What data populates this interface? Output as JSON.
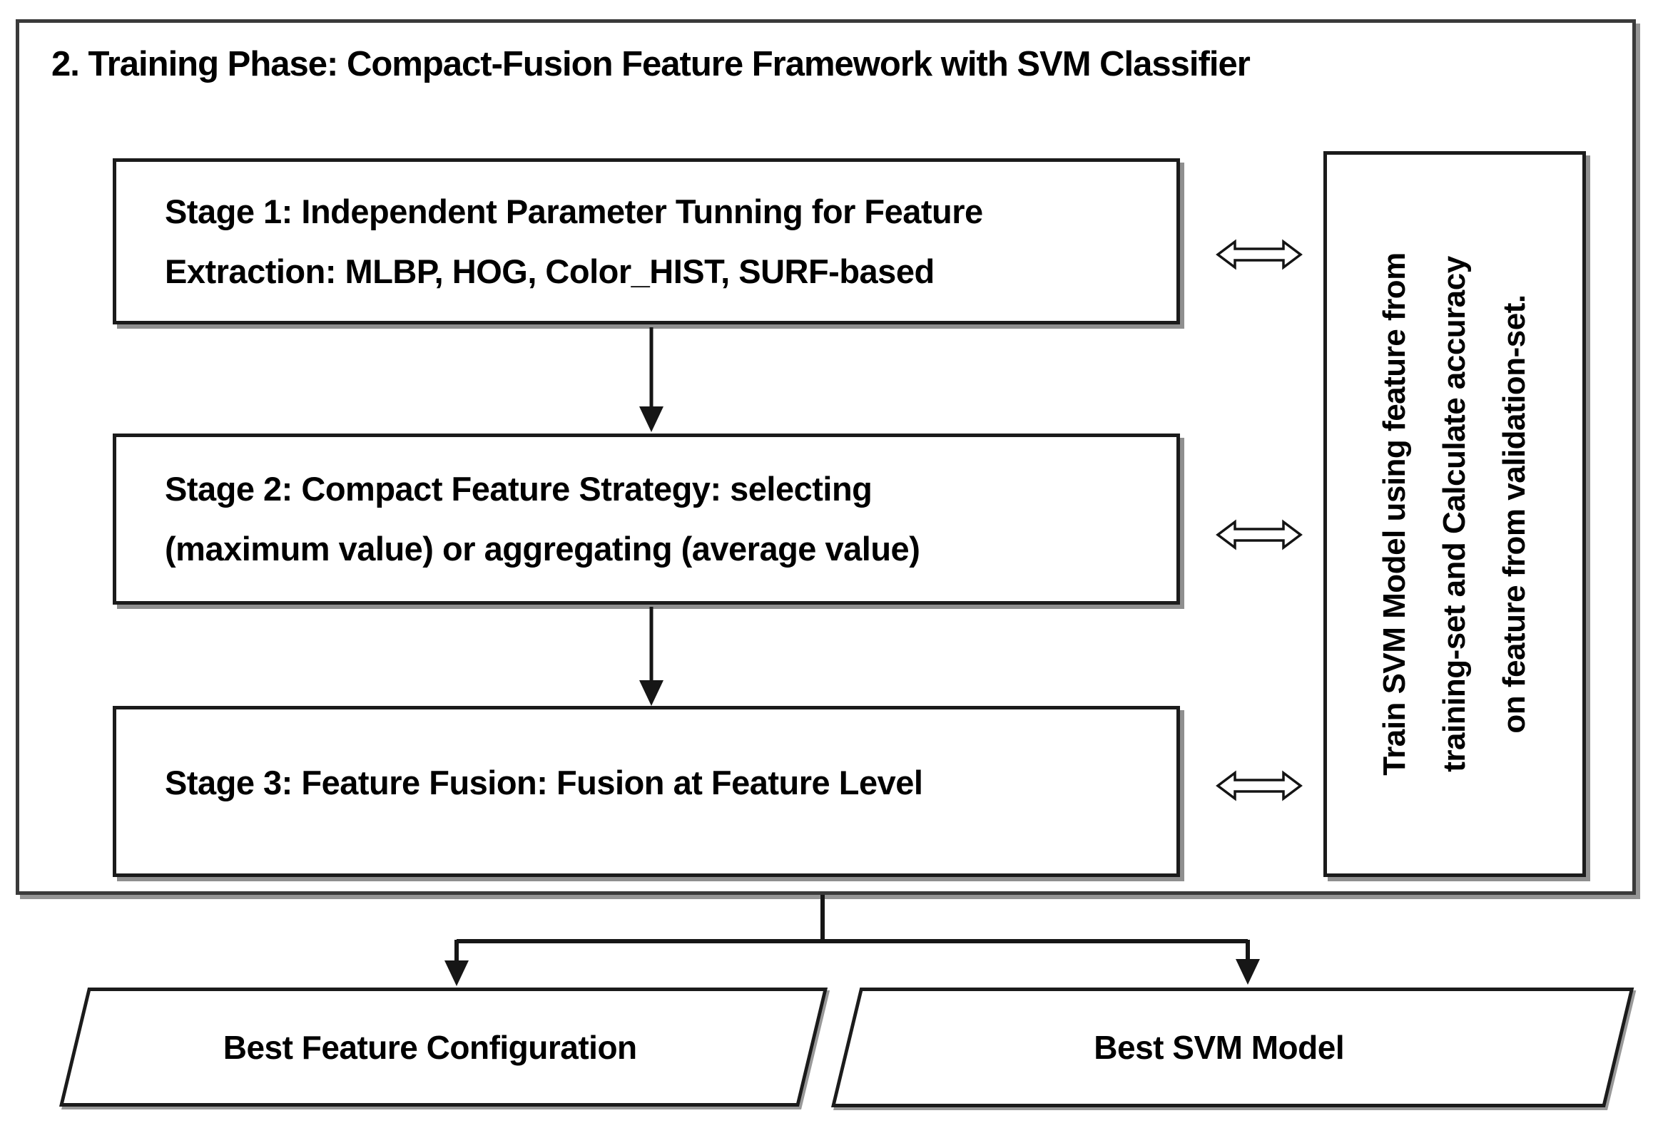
{
  "diagram": {
    "title": "2. Training Phase: Compact-Fusion Feature Framework with SVM Classifier",
    "stage1": {
      "line1": "Stage 1: Independent Parameter Tunning for Feature",
      "line2": "Extraction: MLBP, HOG, Color_HIST, SURF-based"
    },
    "stage2": {
      "line1": "Stage 2: Compact Feature Strategy: selecting",
      "line2": "(maximum value) or aggregating (average value)"
    },
    "stage3": {
      "line1": "Stage 3: Feature Fusion: Fusion at Feature Level"
    },
    "side_box": {
      "line1": "Train SVM Model using feature from",
      "line2": "training-set and Calculate accuracy",
      "line3": "on feature from validation-set."
    },
    "outputs": {
      "left": "Best Feature Configuration",
      "right": "Best SVM Model"
    },
    "icons": {
      "double_arrow": "double-headed-horizontal-arrow",
      "flow_arrow": "filled-down-arrow"
    },
    "colors": {
      "background": "#ffffff",
      "box_fill": "#ffffff",
      "border": "#1b1b1b",
      "outer_border": "#3a3a3a",
      "shadow": "#8f8f8f",
      "text": "#000000",
      "connector": "#161616"
    }
  }
}
